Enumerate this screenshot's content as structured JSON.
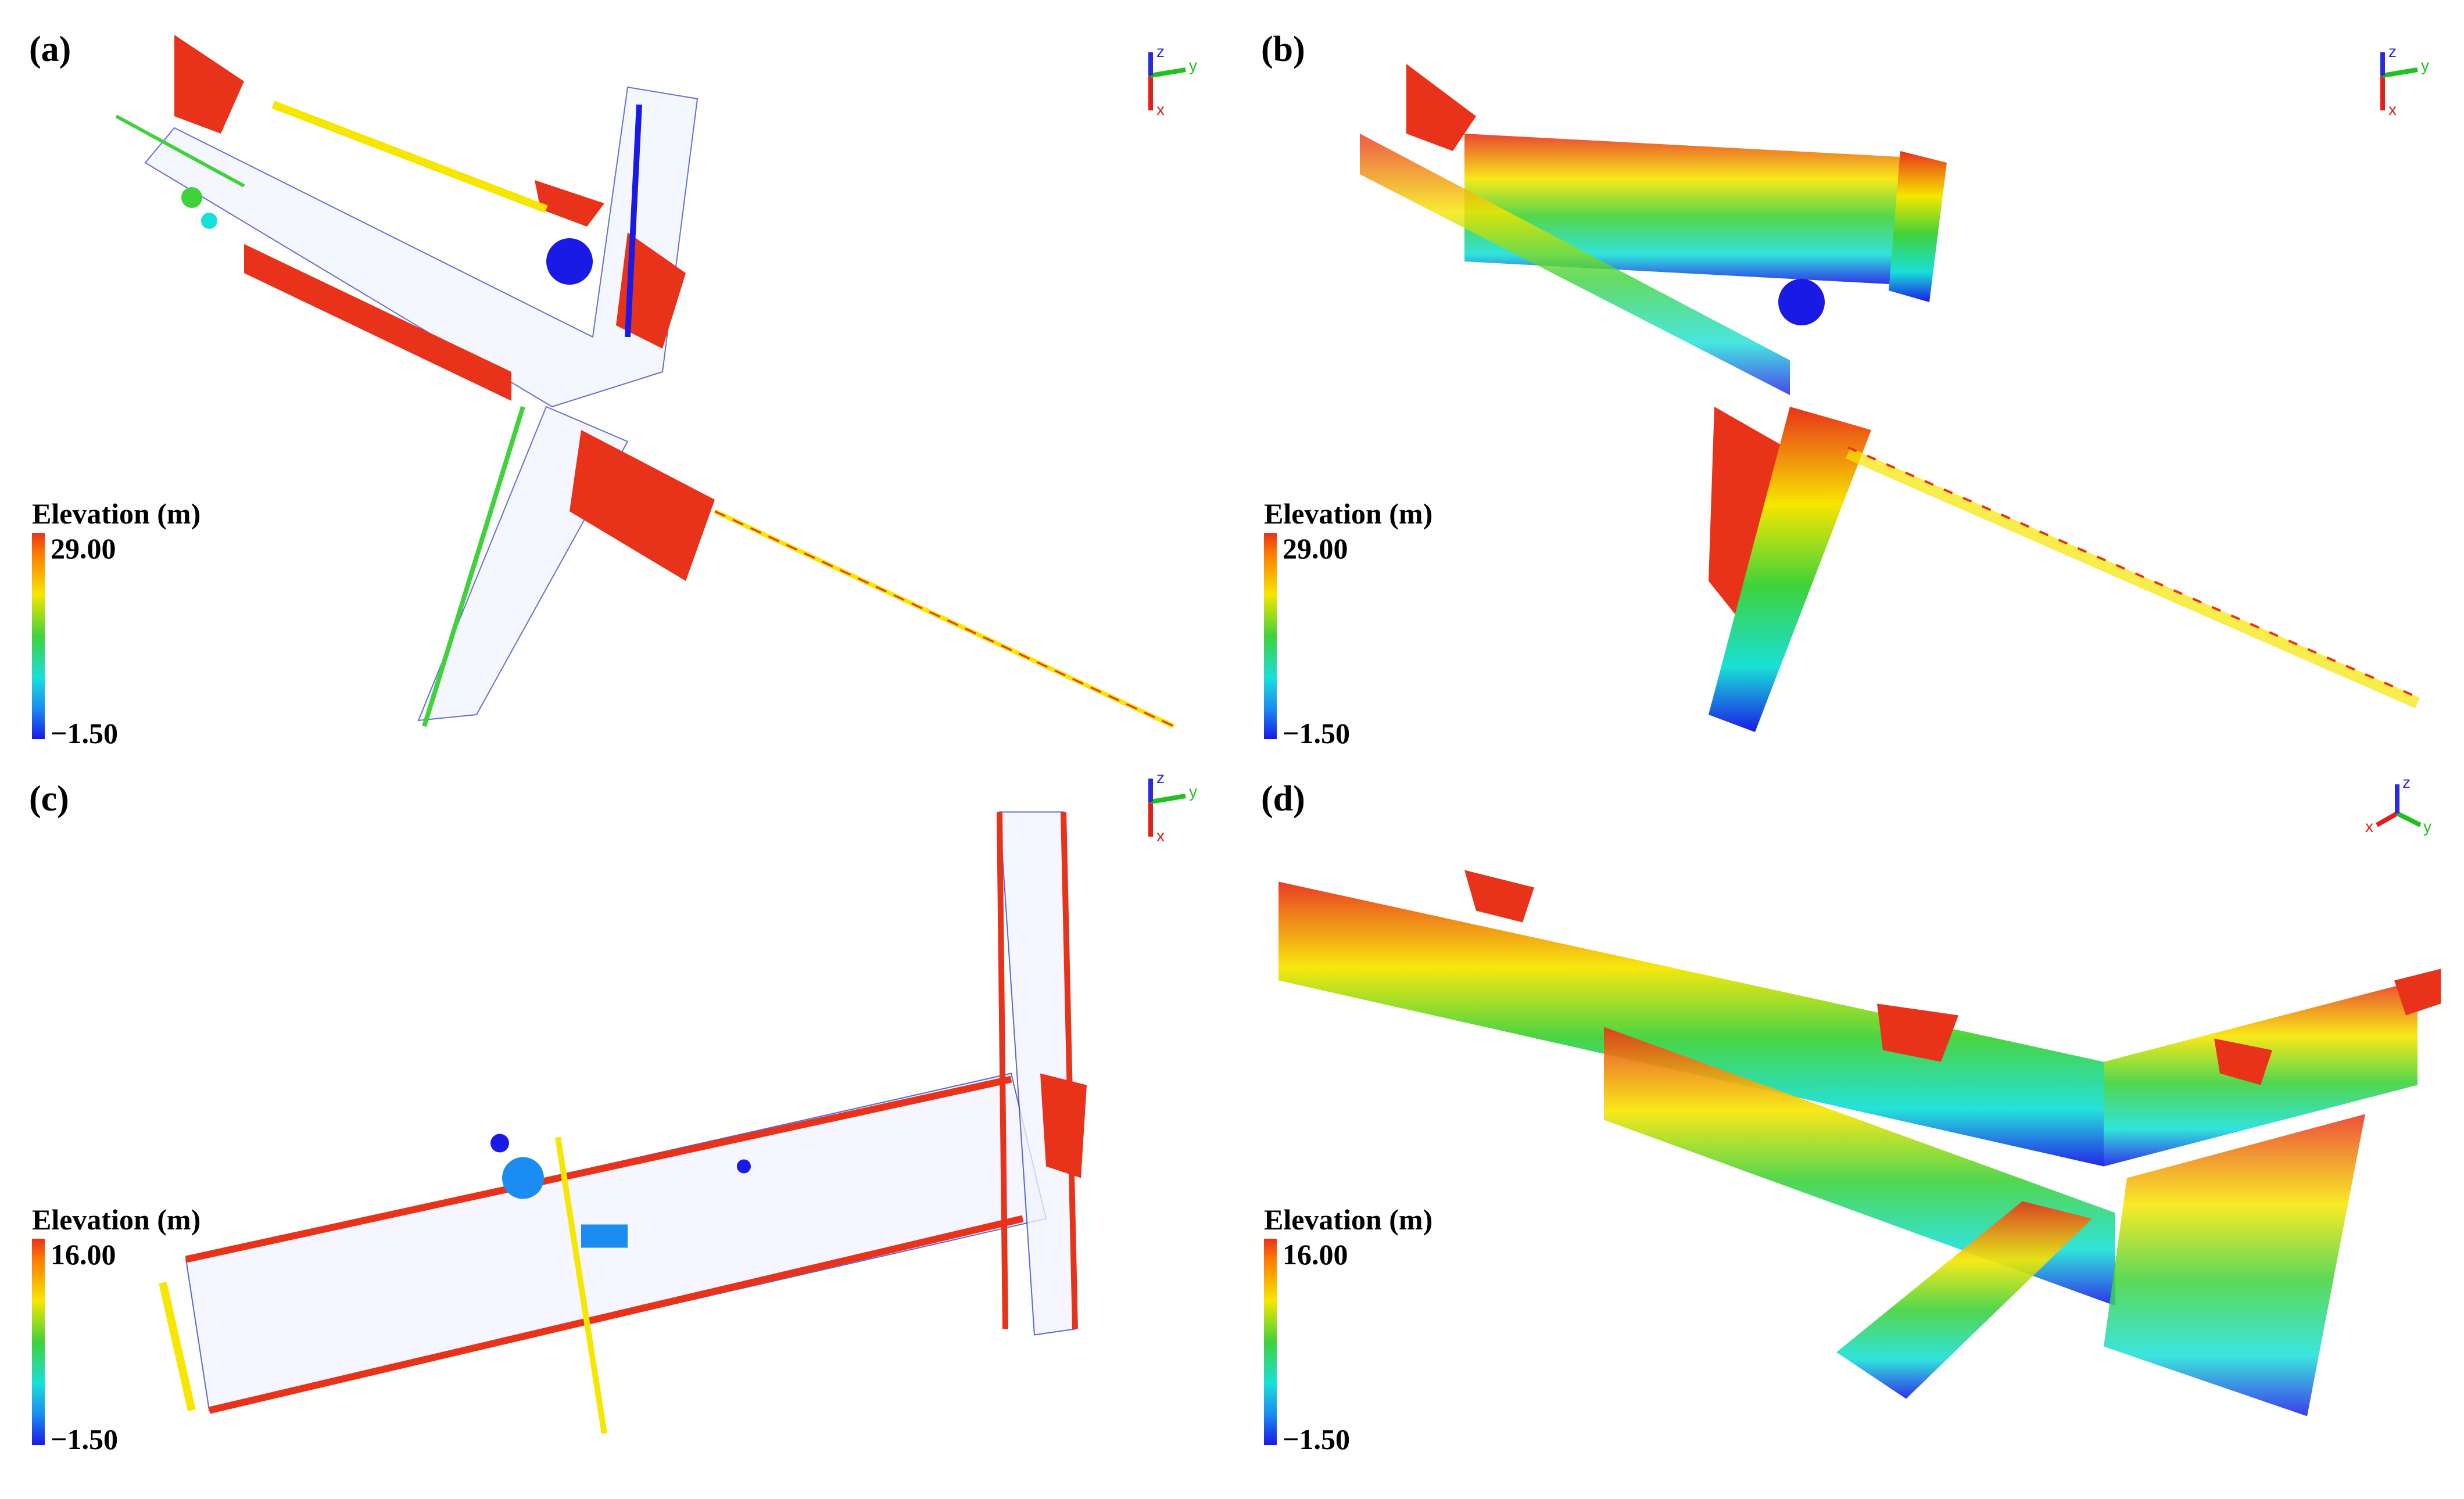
{
  "panels": [
    {
      "label": "(a)",
      "legend": {
        "title": "Elevation (m)",
        "max": "29.00",
        "min": "−1.50"
      },
      "axes": {
        "x": "x",
        "y": "y",
        "z": "z"
      }
    },
    {
      "label": "(b)",
      "legend": {
        "title": "Elevation (m)",
        "max": "29.00",
        "min": "−1.50"
      },
      "axes": {
        "x": "x",
        "y": "y",
        "z": "z"
      }
    },
    {
      "label": "(c)",
      "legend": {
        "title": "Elevation (m)",
        "max": "16.00",
        "min": "−1.50"
      },
      "axes": {
        "x": "x",
        "y": "y",
        "z": "z"
      }
    },
    {
      "label": "(d)",
      "legend": {
        "title": "Elevation (m)",
        "max": "16.00",
        "min": "−1.50"
      },
      "axes": {
        "x": "x",
        "y": "y",
        "z": "z"
      }
    }
  ],
  "colors": {
    "high": "#e8321a",
    "mid_high": "#f7e600",
    "mid": "#3fd23a",
    "mid_low": "#19e0d8",
    "low": "#1a1ae6",
    "axis_x": "#e0201a",
    "axis_y": "#1fc21f",
    "axis_z": "#2a2ae0"
  }
}
